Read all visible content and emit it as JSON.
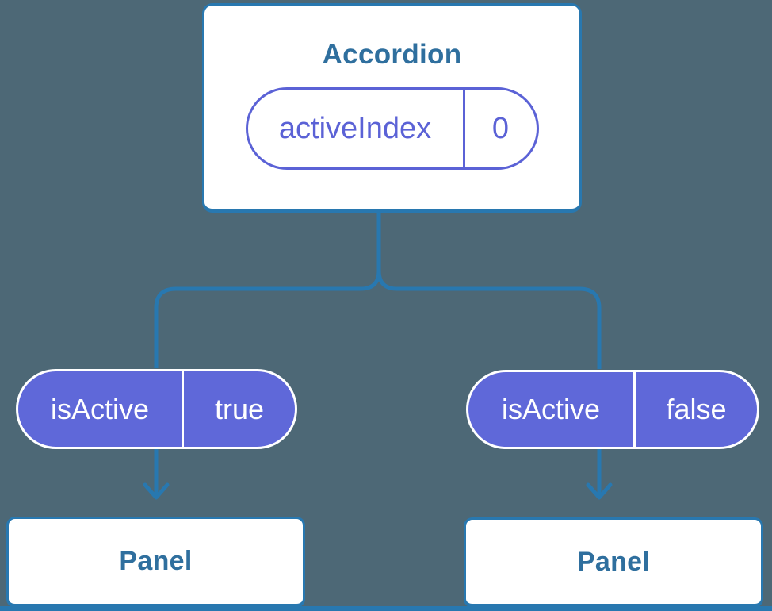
{
  "diagram": {
    "accordion": {
      "title": "Accordion",
      "state": {
        "name": "activeIndex",
        "value": "0"
      }
    },
    "props": [
      {
        "name": "isActive",
        "value": "true"
      },
      {
        "name": "isActive",
        "value": "false"
      }
    ],
    "panels": [
      {
        "label": "Panel"
      },
      {
        "label": "Panel"
      }
    ]
  },
  "colors": {
    "background": "#4d6876",
    "connector_blue": "#2878b0",
    "heading_blue": "#2f6f9e",
    "pill_fill_purple": "#5f68d9",
    "pill_outline_purple": "#5b62d6",
    "card_white": "#ffffff",
    "pill_text_white": "#ffffff"
  },
  "icons": {
    "left_arrow": "arrow-down",
    "right_arrow": "arrow-down"
  }
}
